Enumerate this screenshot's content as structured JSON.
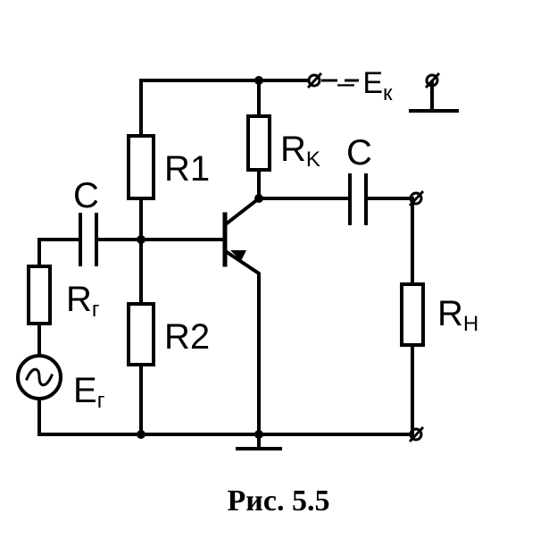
{
  "figure": {
    "caption": "Рис. 5.5",
    "labels": {
      "r1": "R1",
      "r2": "R2",
      "rk_main": "R",
      "rk_sub": "K",
      "rg_main": "R",
      "rg_sub": "г",
      "rn_main": "R",
      "rn_sub": "Н",
      "eg_main": "E",
      "eg_sub": "г",
      "ek_main": "– E",
      "ek_sub": "к",
      "c_in": "C",
      "c_out": "C"
    }
  }
}
